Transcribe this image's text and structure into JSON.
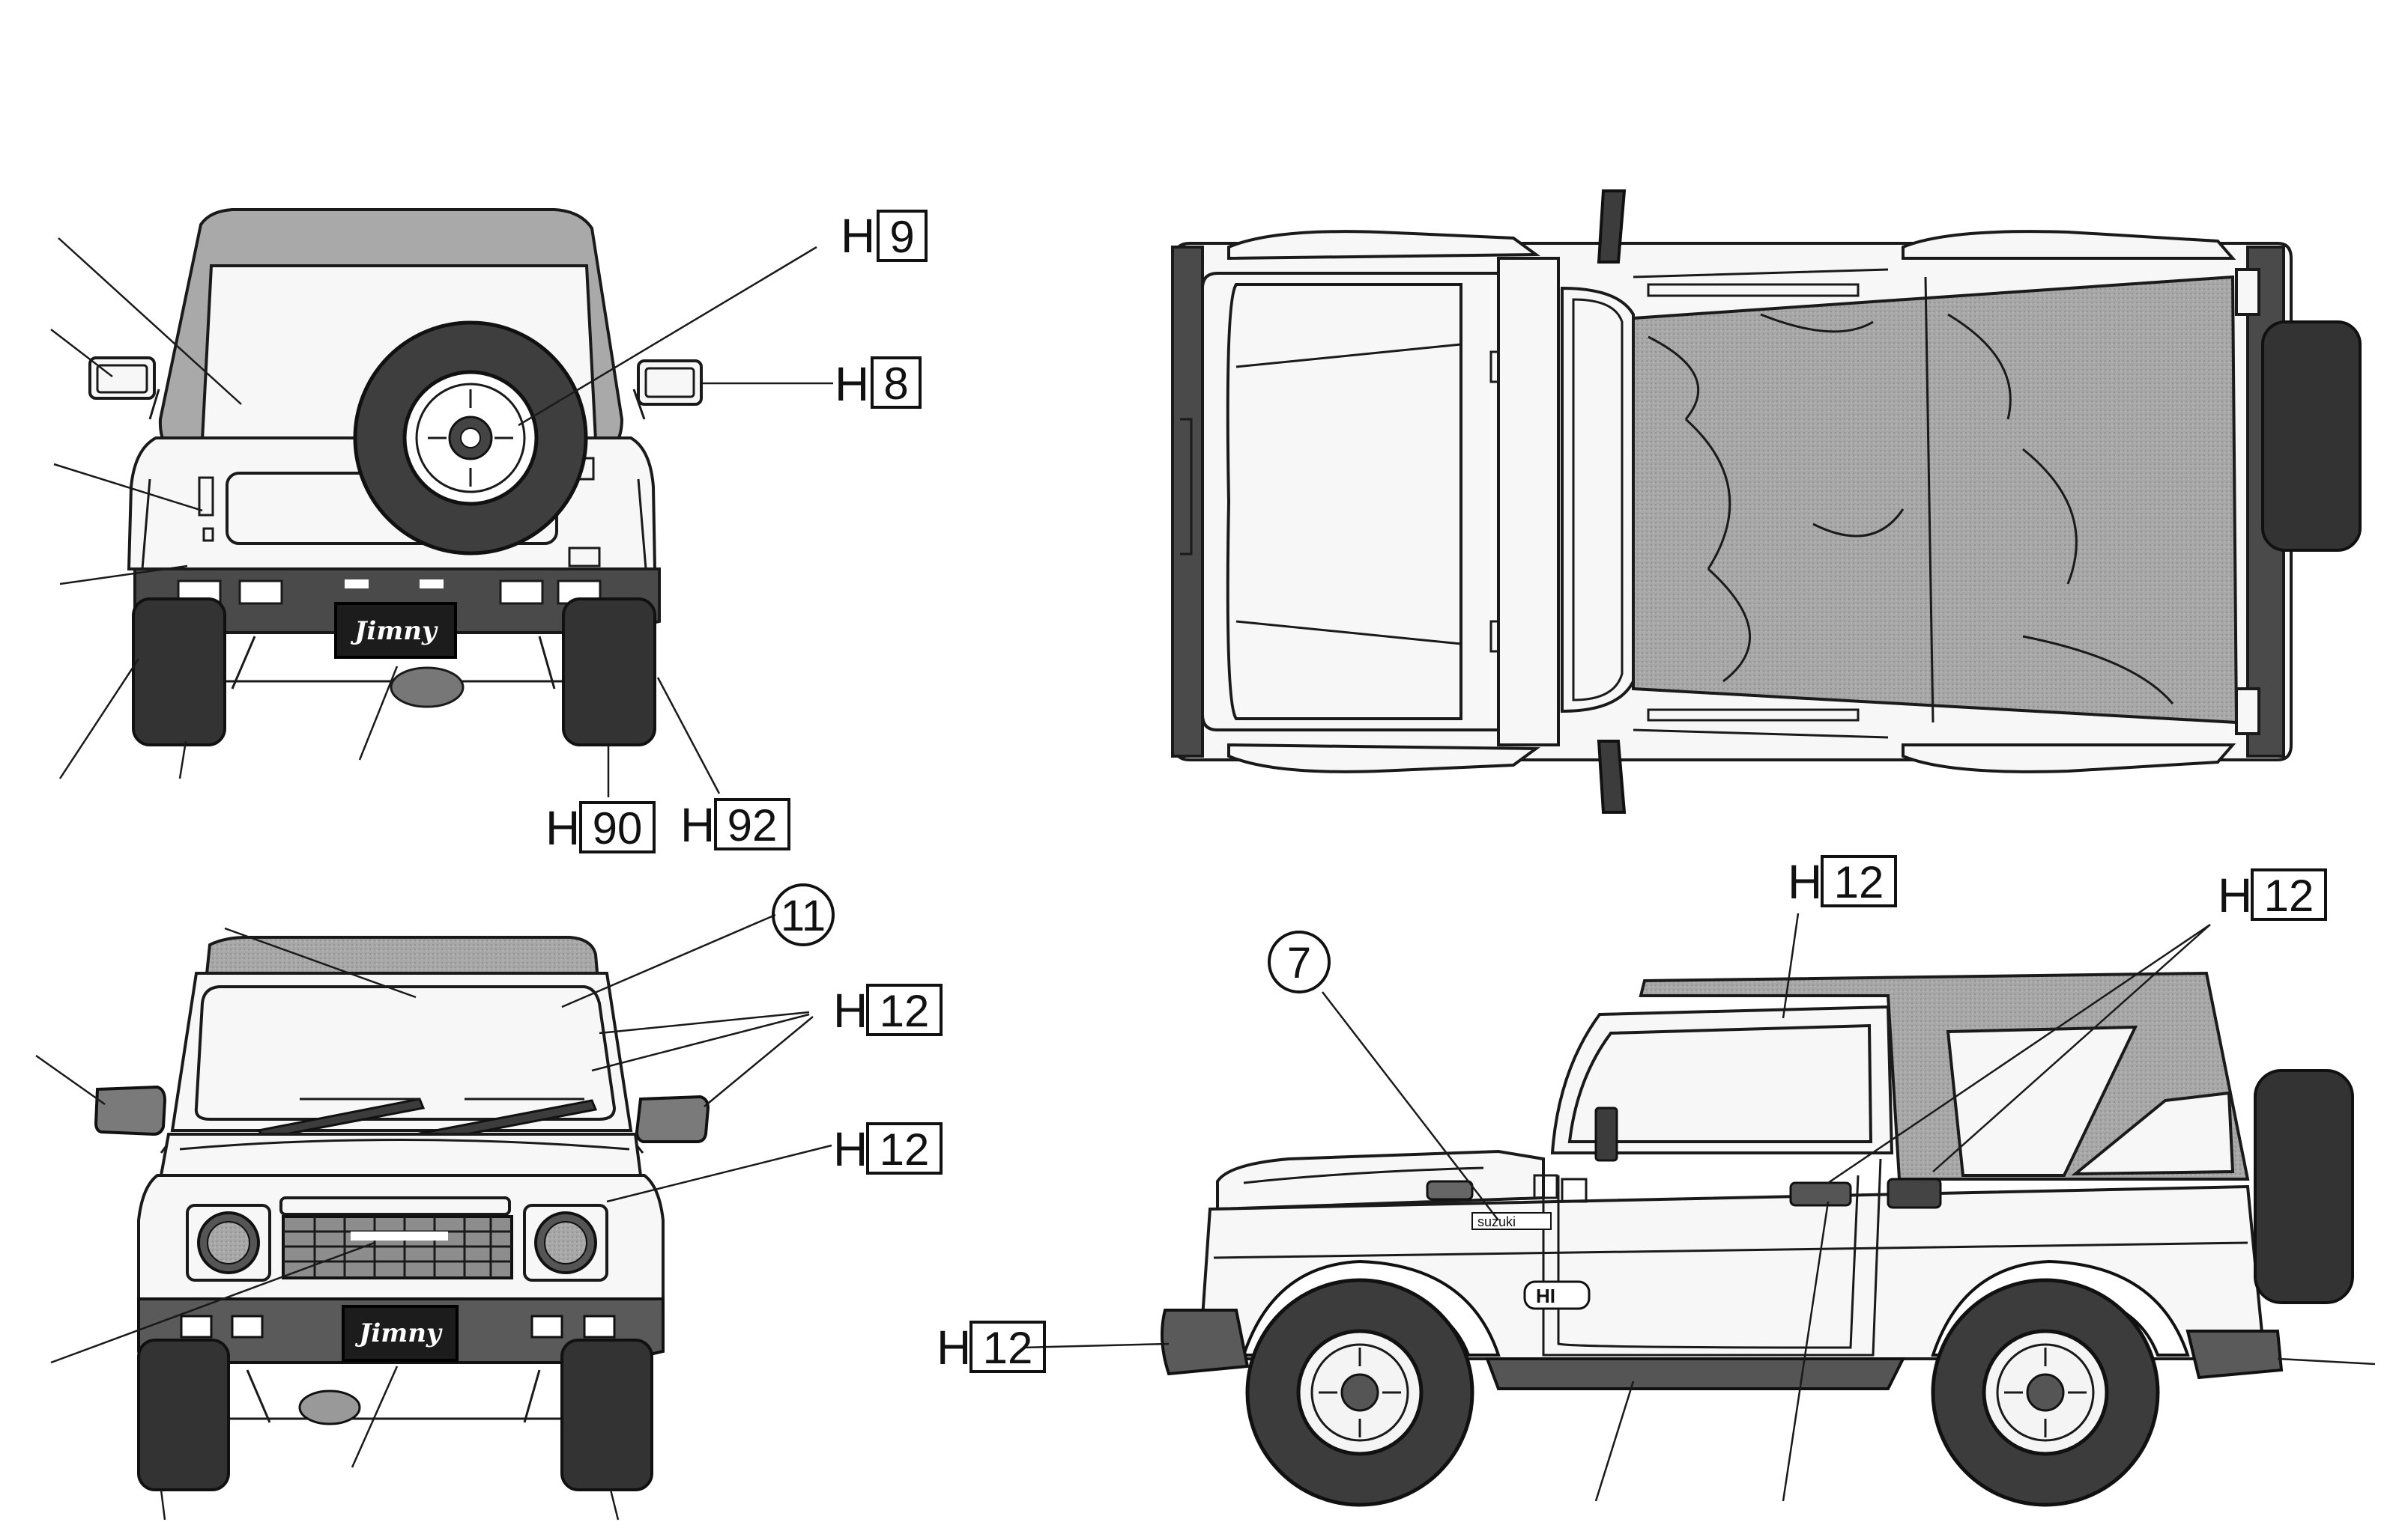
{
  "callouts": {
    "rear_top_right": {
      "prefix": "H",
      "code": "9"
    },
    "rear_mirror_right": {
      "prefix": "H",
      "code": "8"
    },
    "rear_wheel_left": {
      "prefix": "H",
      "code": "90"
    },
    "rear_wheel_right": {
      "prefix": "H",
      "code": "92"
    },
    "front_windshield": {
      "number": "11"
    },
    "front_windshield_h": {
      "prefix": "H",
      "code": "12"
    },
    "front_grille_h": {
      "prefix": "H",
      "code": "12"
    },
    "side_door_top": {
      "prefix": "H",
      "code": "12"
    },
    "side_rear_window": {
      "prefix": "H",
      "code": "12"
    },
    "side_front_bumper": {
      "prefix": "H",
      "code": "12"
    },
    "side_hood_number": {
      "number": "7"
    }
  },
  "plates": {
    "rear": "Jimny",
    "front": "Jimny"
  },
  "side_badges": {
    "fender_emblem": "suzuki",
    "door_emblem": "HI"
  },
  "views": [
    "rear",
    "top",
    "front",
    "side"
  ]
}
